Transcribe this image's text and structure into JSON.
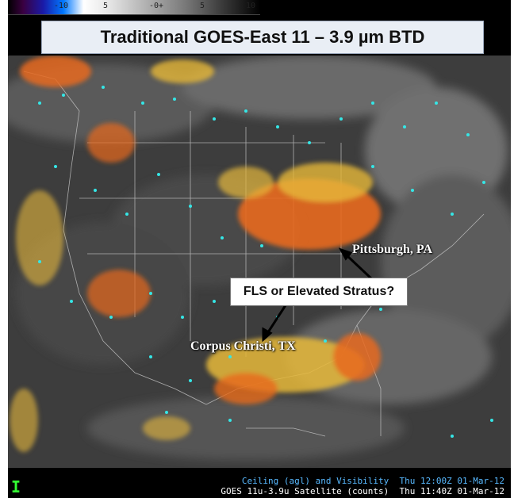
{
  "colorbar": {
    "ticks": [
      "-10",
      "5",
      "-0+",
      "5",
      "10"
    ]
  },
  "title": "Traditional GOES-East 11 – 3.9 µm BTD",
  "labels": {
    "pittsburgh": "Pittsburgh, PA",
    "corpus": "Corpus Christi, TX",
    "callout": "FLS or Elevated Stratus?"
  },
  "footer": {
    "cursor": "I",
    "line1": "Ceiling (agl) and Visibility  Thu 12:00Z 01-Mar-12",
    "line2": "GOES 11u-3.9u Satellite (counts)  Thu 11:40Z 01-Mar-12"
  },
  "colors": {
    "stratus_orange": "#e86a1c",
    "stratus_yellow": "#e6b83a",
    "station_cyan": "#35e6e6",
    "arrow": "#000000"
  }
}
